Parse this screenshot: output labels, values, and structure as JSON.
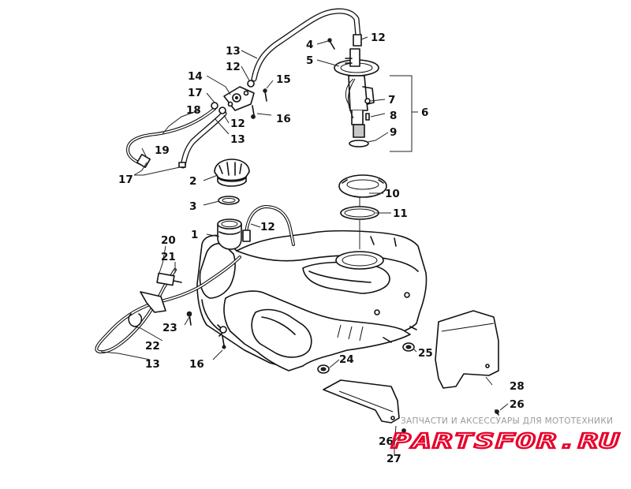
{
  "callouts": [
    {
      "id": "c1",
      "text": "1"
    },
    {
      "id": "c2",
      "text": "2"
    },
    {
      "id": "c3",
      "text": "3"
    },
    {
      "id": "c4",
      "text": "4"
    },
    {
      "id": "c5",
      "text": "5"
    },
    {
      "id": "c6",
      "text": "6"
    },
    {
      "id": "c7",
      "text": "7"
    },
    {
      "id": "c8",
      "text": "8"
    },
    {
      "id": "c9",
      "text": "9"
    },
    {
      "id": "c10",
      "text": "10"
    },
    {
      "id": "c11",
      "text": "11"
    },
    {
      "id": "c12a",
      "text": "12"
    },
    {
      "id": "c12b",
      "text": "12"
    },
    {
      "id": "c12c",
      "text": "12"
    },
    {
      "id": "c12d",
      "text": "12"
    },
    {
      "id": "c13a",
      "text": "13"
    },
    {
      "id": "c13b",
      "text": "13"
    },
    {
      "id": "c13c",
      "text": "13"
    },
    {
      "id": "c14",
      "text": "14"
    },
    {
      "id": "c15",
      "text": "15"
    },
    {
      "id": "c16a",
      "text": "16"
    },
    {
      "id": "c16b",
      "text": "16"
    },
    {
      "id": "c17a",
      "text": "17"
    },
    {
      "id": "c17b",
      "text": "17"
    },
    {
      "id": "c18",
      "text": "18"
    },
    {
      "id": "c19",
      "text": "19"
    },
    {
      "id": "c20",
      "text": "20"
    },
    {
      "id": "c21",
      "text": "21"
    },
    {
      "id": "c22",
      "text": "22"
    },
    {
      "id": "c23",
      "text": "23"
    },
    {
      "id": "c24",
      "text": "24"
    },
    {
      "id": "c25",
      "text": "25"
    },
    {
      "id": "c26a",
      "text": "26"
    },
    {
      "id": "c26b",
      "text": "26"
    },
    {
      "id": "c27",
      "text": "27"
    },
    {
      "id": "c28",
      "text": "28"
    }
  ],
  "watermark": {
    "caption": "ЗАПЧАСТИ И АКСЕССУАРЫ ДЛЯ МОТОТЕХНИКИ",
    "logo": "PARTSFOR.RU",
    "logo_color": "#e8002a"
  }
}
